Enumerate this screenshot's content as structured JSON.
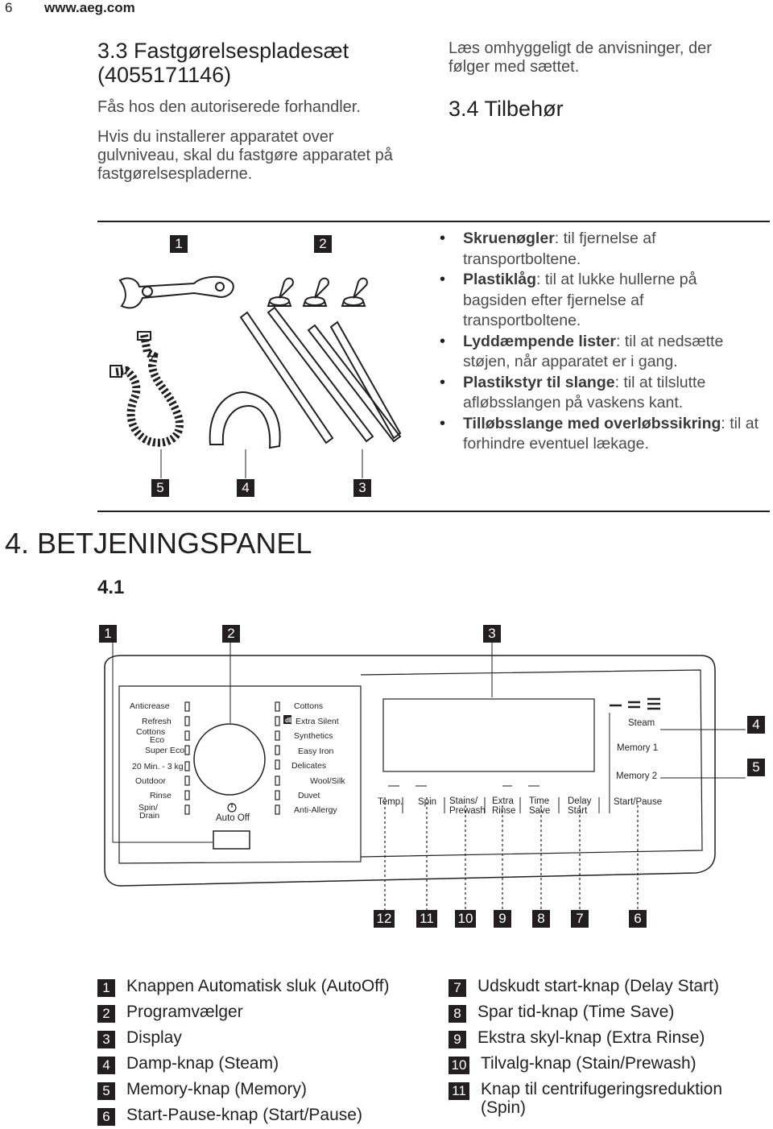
{
  "header": {
    "page_number": "6",
    "url": "www.aeg.com"
  },
  "section_3_3": {
    "title_line1": "3.3 Fastgørelsespladesæt",
    "title_line2": "(4055171146)",
    "para1": "Fås hos den autoriserede forhandler.",
    "para2_lines": [
      "Hvis du installerer apparatet over",
      "gulvniveau, skal du fastgøre apparatet på",
      "fastgørelsespladerne."
    ],
    "note_lines": [
      "Læs omhyggeligt de anvisninger, der",
      "følger med sættet."
    ]
  },
  "section_3_4": {
    "title": "3.4 Tilbehør",
    "figure_labels": [
      "1",
      "2",
      "5",
      "4",
      "3"
    ],
    "bullets": [
      {
        "term": "Skruenøgler",
        "text": ": til fjernelse af transportboltene."
      },
      {
        "term": "Plastiklåg",
        "text": ": til at lukke hullerne på bagsiden efter fjernelse af transportboltene."
      },
      {
        "term": "Lyddæmpende lister",
        "text": ": til at nedsætte støjen, når apparatet er i gang."
      },
      {
        "term": "Plastikstyr til slange",
        "text": ": til at tilslutte afløbsslangen på vaskens kant."
      },
      {
        "term": "Tilløbsslange med overløbssikring",
        "text": ": til at forhindre eventuel lækage."
      }
    ]
  },
  "section_4": {
    "title": "4. BETJENINGSPANEL",
    "subtitle": "4.1",
    "top_labels": [
      "1",
      "2",
      "3"
    ],
    "right_labels": [
      "4",
      "5"
    ],
    "bottom_labels": [
      "12",
      "11",
      "10",
      "9",
      "8",
      "7",
      "6"
    ],
    "left_programs": [
      "Anticrease",
      "Refresh",
      "Cottons",
      "Eco",
      "Super Eco",
      "20 Min. - 3 kg",
      "Outdoor",
      "Rinse",
      "Spin/",
      "Drain"
    ],
    "right_programs": [
      "Cottons",
      "Extra Silent",
      "Synthetics",
      "Easy Iron",
      "Delicates",
      "Wool/Silk",
      "Duvet",
      "Anti-Allergy"
    ],
    "db_symbol": "dB",
    "auto_off": "Auto Off",
    "buttons": [
      {
        "l1": "Temp.",
        "l2": ""
      },
      {
        "l1": "Spin",
        "l2": ""
      },
      {
        "l1": "Stains/",
        "l2": "Prewash"
      },
      {
        "l1": "Extra",
        "l2": "Rinse"
      },
      {
        "l1": "Time",
        "l2": "Save"
      },
      {
        "l1": "Delay",
        "l2": "Start"
      }
    ],
    "steam": "Steam",
    "memory1": "Memory 1",
    "memory2": "Memory  2",
    "start_pause": "Start/Pause"
  },
  "legend": {
    "left": [
      {
        "num": "1",
        "text": "Knappen Automatisk sluk (AutoOff)"
      },
      {
        "num": "2",
        "text": "Programvælger"
      },
      {
        "num": "3",
        "text": "Display"
      },
      {
        "num": "4",
        "text": "Damp-knap (Steam)"
      },
      {
        "num": "5",
        "text": "Memory-knap (Memory)"
      },
      {
        "num": "6",
        "text": "Start-Pause-knap (Start/Pause)"
      }
    ],
    "right": [
      {
        "num": "7",
        "text": "Udskudt start-knap (Delay Start)"
      },
      {
        "num": "8",
        "text": "Spar tid-knap (Time Save)"
      },
      {
        "num": "9",
        "text": "Ekstra skyl-knap (Extra Rinse)"
      },
      {
        "num": "10",
        "text": "Tilvalg-knap (Stain/Prewash)"
      },
      {
        "num": "11",
        "text": "Knap til centrifugeringsreduktion",
        "text2": "(Spin)"
      }
    ]
  }
}
